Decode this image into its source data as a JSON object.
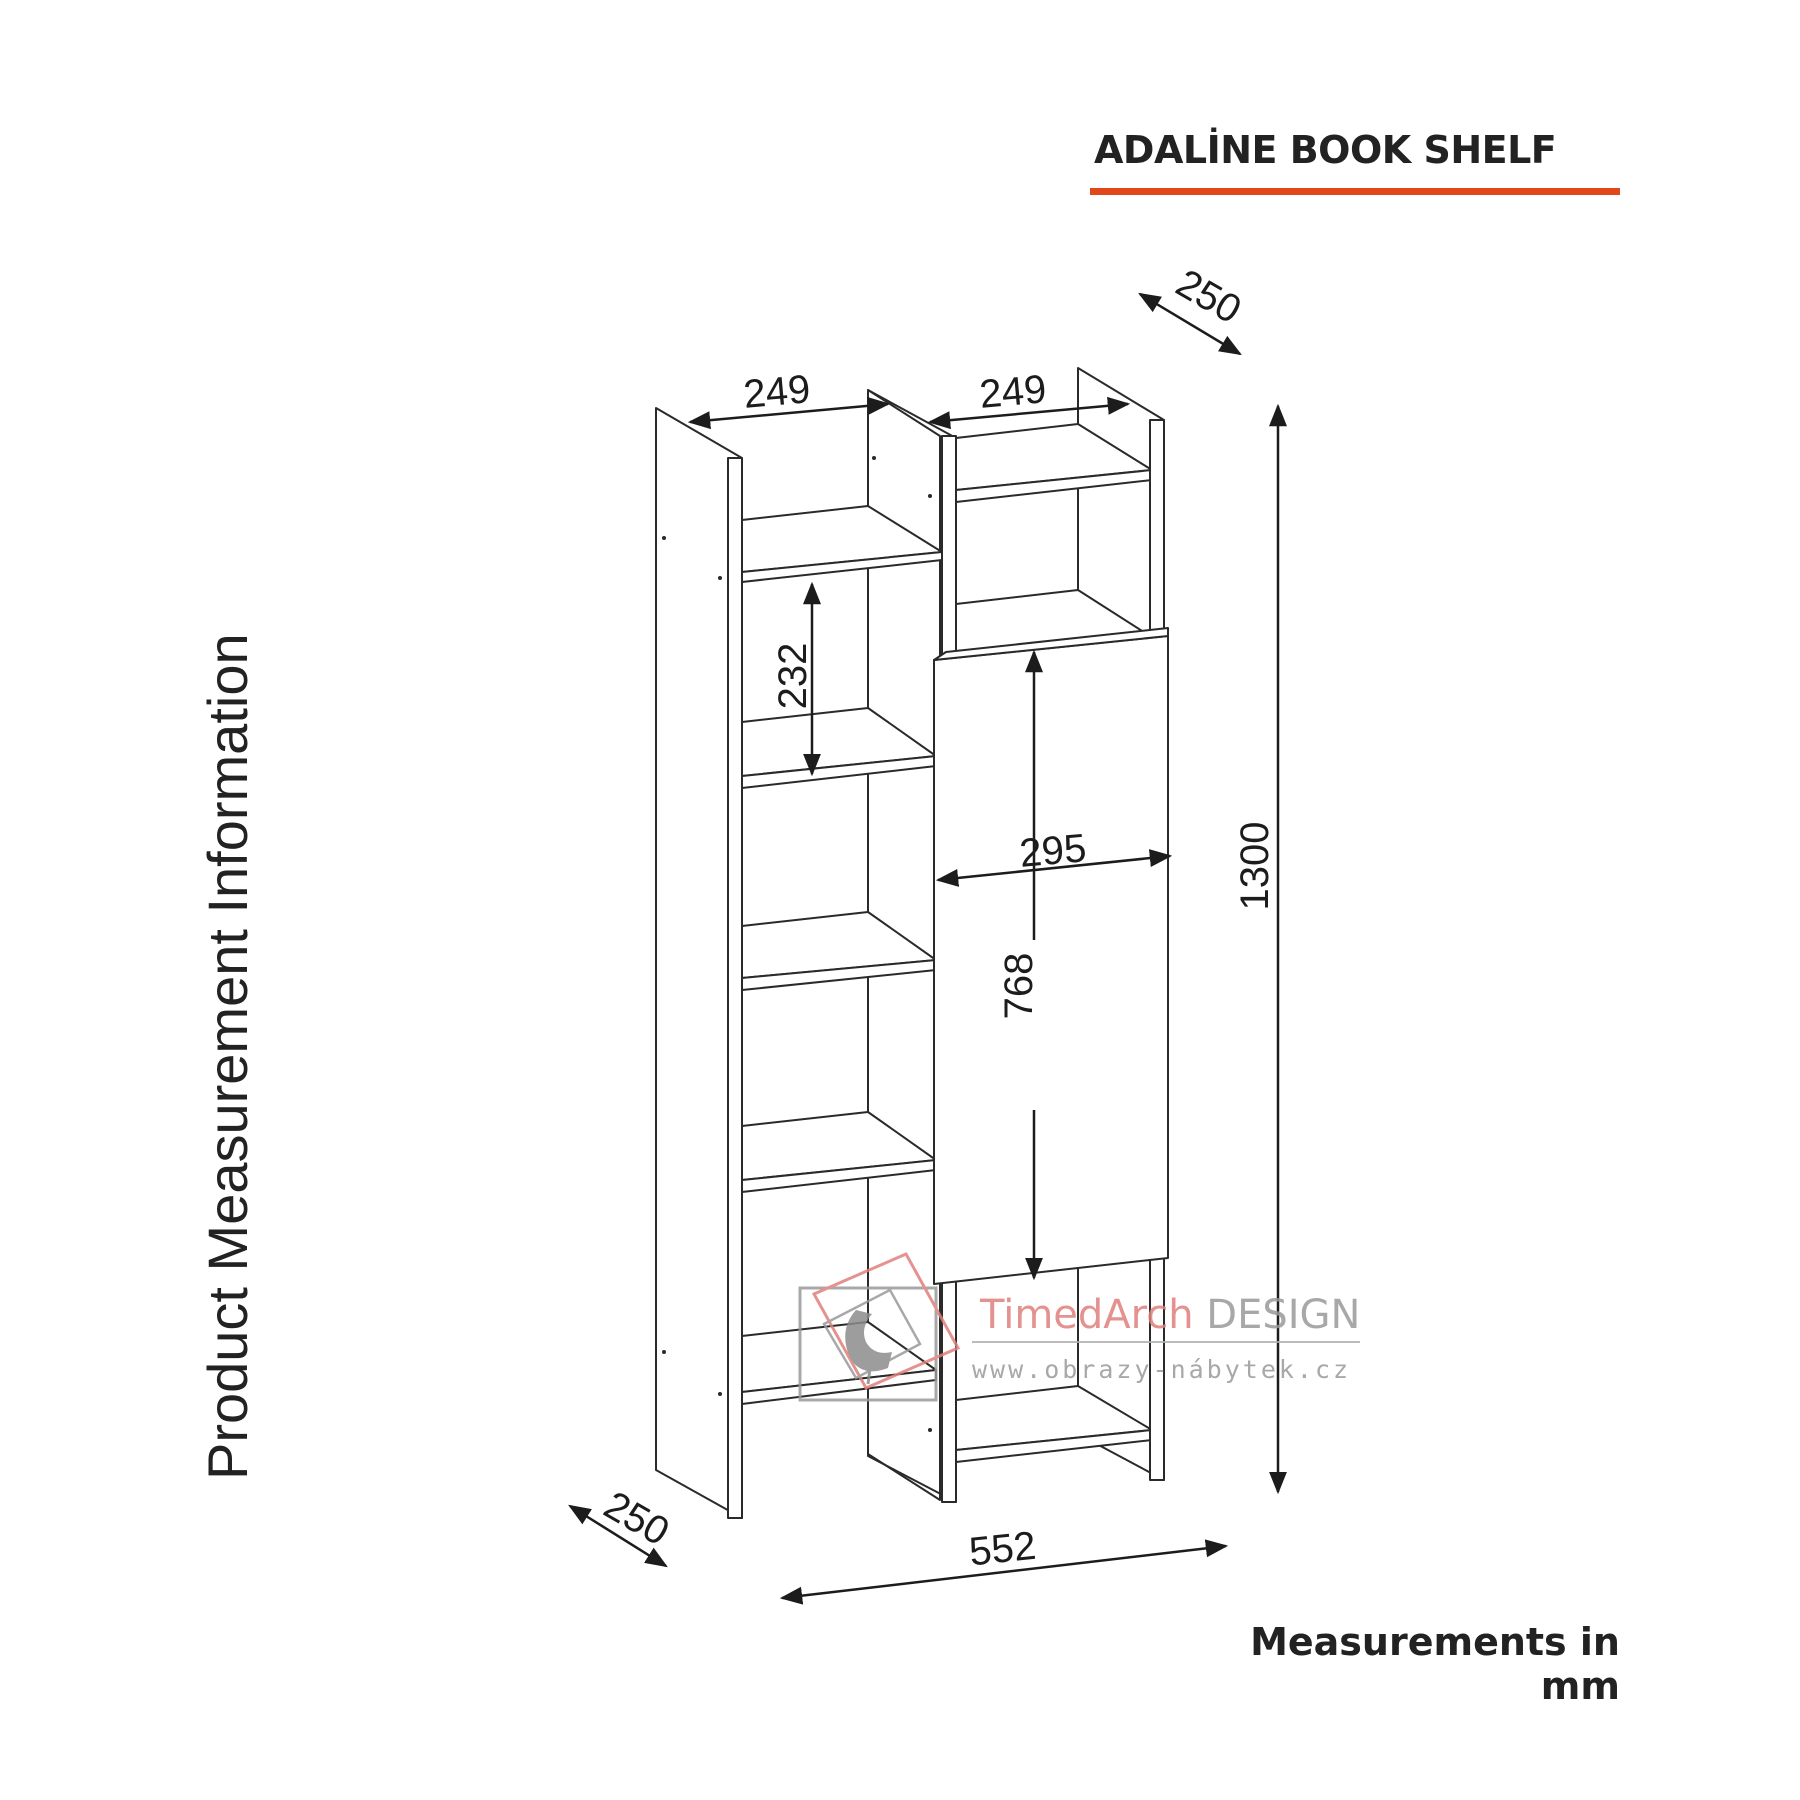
{
  "title": "ADALİNE BOOK SHELF",
  "side_title": "Product Measurement Information",
  "footer": "Measurements in mm",
  "dimensions": {
    "depth_top": "250",
    "width_left": "249",
    "width_right": "249",
    "height_total": "1300",
    "shelf_gap": "232",
    "door_width": "295",
    "door_height": "768",
    "depth_bottom": "250",
    "width_total": "552"
  },
  "watermark": {
    "brand_part1": "TimedArch",
    "brand_part2": " DESIGN",
    "url": "www.obrazy-nábytek.cz"
  },
  "colors": {
    "accent": "#E2461B",
    "ink": "#222222",
    "watermark_red": "#E0807C",
    "watermark_gray": "#9A9A9A"
  }
}
